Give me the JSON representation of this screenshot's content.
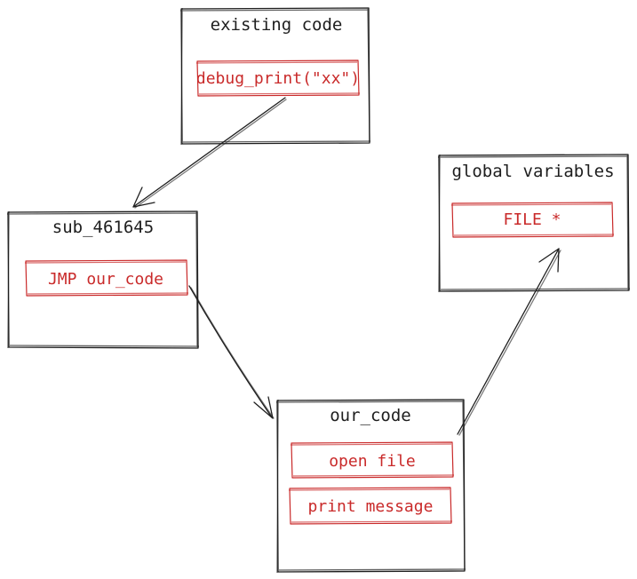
{
  "boxes": [
    {
      "id": "existing-code",
      "title": "existing code",
      "items": [
        "debug_print(\"xx\")"
      ]
    },
    {
      "id": "sub-461645",
      "title": "sub_461645",
      "items": [
        "JMP our_code"
      ]
    },
    {
      "id": "our-code",
      "title": "our_code",
      "items": [
        "open file",
        "print message"
      ]
    },
    {
      "id": "global-variables",
      "title": "global variables",
      "items": [
        "FILE *"
      ]
    }
  ],
  "colors": {
    "stroke": "#1e1e1e",
    "accent": "#c92a2a",
    "background": "#ffffff"
  }
}
